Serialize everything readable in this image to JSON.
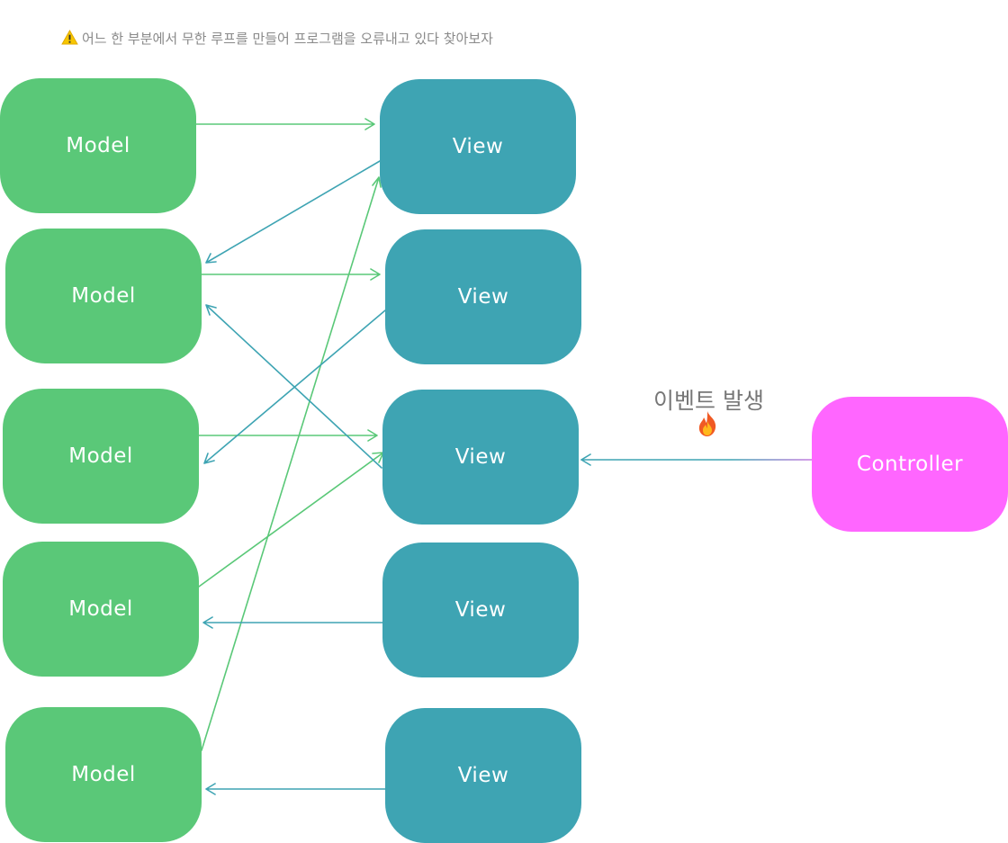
{
  "warning": {
    "icon": "warning-icon",
    "text": "어느 한 부분에서 무한 루프를 만들어 프로그램을 오류내고 있다 찾아보자"
  },
  "models": [
    {
      "label": "Model"
    },
    {
      "label": "Model"
    },
    {
      "label": "Model"
    },
    {
      "label": "Model"
    },
    {
      "label": "Model"
    }
  ],
  "views": [
    {
      "label": "View"
    },
    {
      "label": "View"
    },
    {
      "label": "View"
    },
    {
      "label": "View"
    },
    {
      "label": "View"
    }
  ],
  "controller": {
    "label": "Controller"
  },
  "event": {
    "label": "이벤트 발생",
    "icon": "fire-icon"
  },
  "colors": {
    "model": "#5ac878",
    "view": "#3ea4b3",
    "controller": "#ff66ff",
    "model_arrow": "#5ac878",
    "view_arrow": "#3ea4b3",
    "warning_text": "#8a8a8a"
  }
}
